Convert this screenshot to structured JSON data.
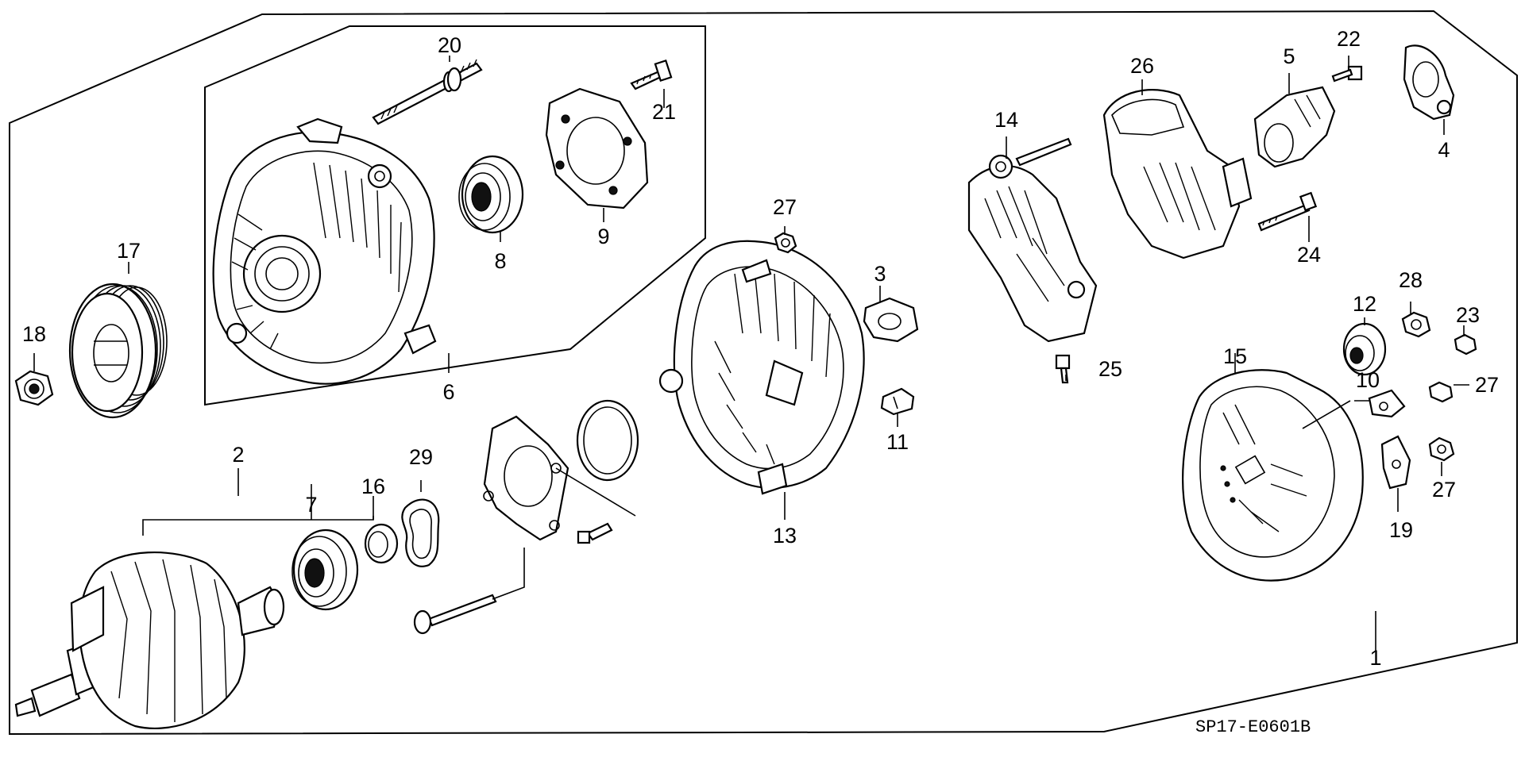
{
  "diagram_code": "SP17-E0601B",
  "callouts": {
    "p1": "1",
    "p2": "2",
    "p3": "3",
    "p4": "4",
    "p5": "5",
    "p6": "6",
    "p7": "7",
    "p8": "8",
    "p9": "9",
    "p10": "10",
    "p11": "11",
    "p12": "12",
    "p13": "13",
    "p14": "14",
    "p15": "15",
    "p16": "16",
    "p17": "17",
    "p18": "18",
    "p19": "19",
    "p20": "20",
    "p21": "21",
    "p22": "22",
    "p23": "23",
    "p24": "24",
    "p25": "25",
    "p26": "26",
    "p27a": "27",
    "p27b": "27",
    "p27c": "27",
    "p28": "28",
    "p29": "29"
  }
}
